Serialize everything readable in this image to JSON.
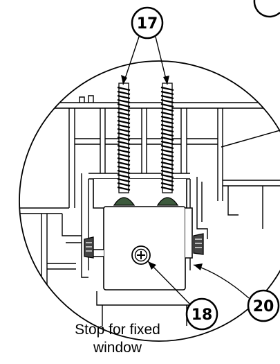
{
  "callouts": {
    "screws": "17",
    "washer_screw": "18",
    "stop": "20"
  },
  "caption": {
    "line1": "Stop for fixed",
    "line2": "window"
  },
  "colors": {
    "line": "#000000",
    "background": "#ffffff",
    "screw_head": "#3d5a3d"
  }
}
